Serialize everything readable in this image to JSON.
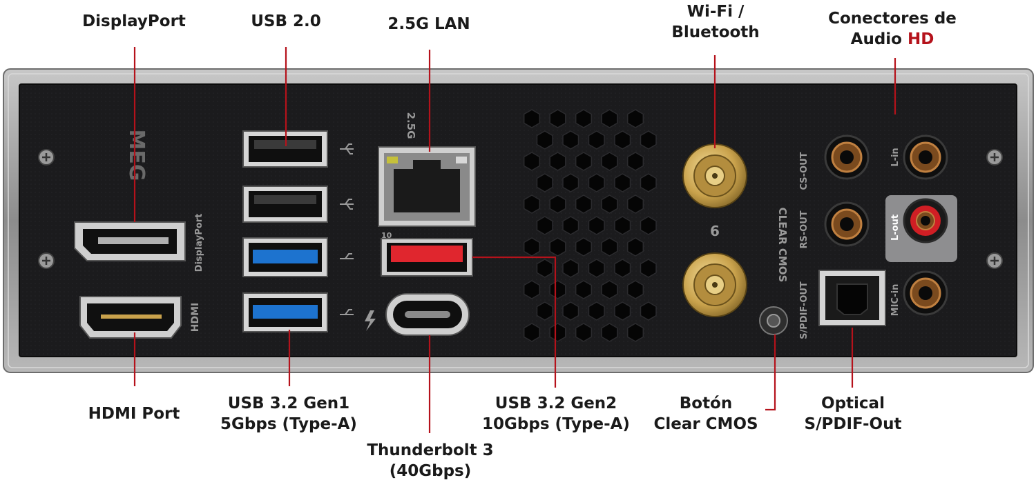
{
  "labels": {
    "displayport": "DisplayPort",
    "usb20": "USB 2.0",
    "lan": "2.5G LAN",
    "wifi_line1": "Wi-Fi /",
    "wifi_line2": "Bluetooth",
    "audio_line1": "Conectores de",
    "audio_line2a": "Audio ",
    "audio_line2b": "HD",
    "hdmi": "HDMI Port",
    "usb32g1_line1": "USB 3.2 Gen1",
    "usb32g1_line2": "5Gbps (Type-A)",
    "tb3_line1": "Thunderbolt 3",
    "tb3_line2": "(40Gbps)",
    "usb32g2_line1": "USB 3.2 Gen2",
    "usb32g2_line2": "10Gbps (Type-A)",
    "cmos_line1": "Botón",
    "cmos_line2": "Clear CMOS",
    "optical_line1": "Optical",
    "optical_line2": "S/PDIF-Out"
  },
  "panel_text": {
    "brand": "MEG",
    "displayport": "DisplayPort",
    "hdmi": "HDMI",
    "lan": "2.5G",
    "usb10": "10",
    "clear_cmos": "CLEAR CMOS",
    "wifi6": "6",
    "cs_out": "CS-OUT",
    "rs_out": "RS-OUT",
    "spdif_out": "S/PDIF-OUT",
    "line_in": "L-in",
    "line_out": "L-out",
    "mic_in": "MIC-in"
  },
  "colors": {
    "leader": "#b5121b",
    "panel": "#1b1b1d",
    "frame": "#a6a6a6",
    "usb3_blue": "#1d73cf",
    "usb_red": "#e0262e",
    "gold": "#c8a452",
    "jack_lineout": "#d01e24"
  }
}
